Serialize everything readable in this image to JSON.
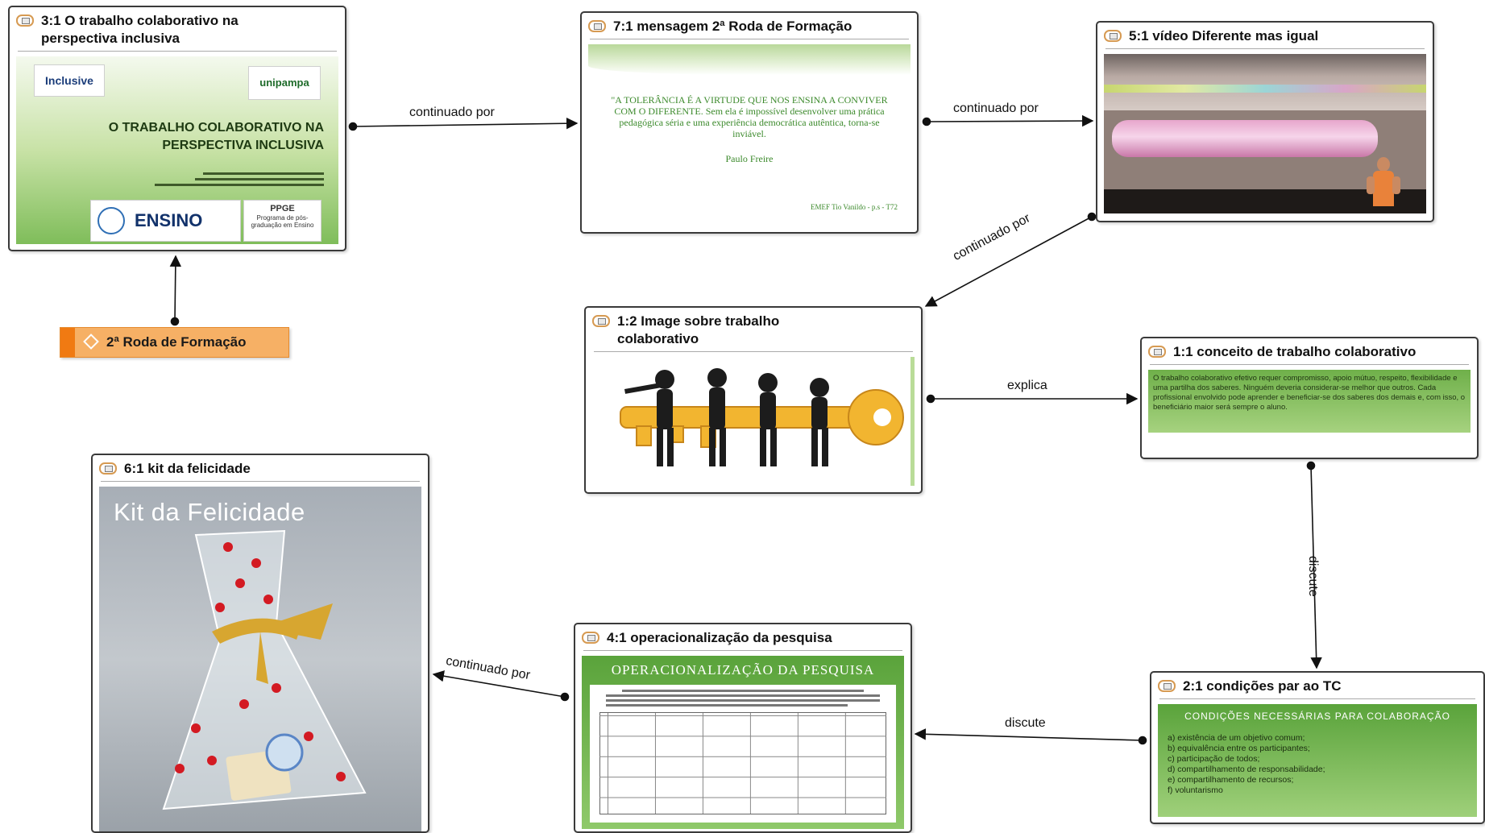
{
  "nodes": {
    "n3": {
      "title_line1": "3:1 O trabalho colaborativo na",
      "title_line2": "perspectiva inclusiva",
      "slide": {
        "logo_left": "Inclusive",
        "logo_right": "unipampa",
        "heading_line1": "O TRABALHO COLABORATIVO NA",
        "heading_line2": "PERSPECTIVA INCLUSIVA",
        "footer_logo": "ENSINO",
        "footer_badge_title": "PPGE",
        "footer_badge_text": "Programa de pós-graduação em Ensino"
      }
    },
    "n7": {
      "title": "7:1 mensagem 2ª Roda de Formação",
      "slide": {
        "quote": "\"A TOLERÂNCIA É A VIRTUDE QUE NOS ENSINA A CONVIVER COM O DIFERENTE. Sem ela é impossível desenvolver uma prática pedagógica séria e uma experiência democrática autêntica, torna-se inviável.",
        "author": "Paulo Freire",
        "footer": "EMEF Tio Vanildo - p.s - T72"
      }
    },
    "n5": {
      "title": "5:1 vídeo Diferente mas igual"
    },
    "root": {
      "label": "2ª Roda de Formação"
    },
    "n1_2": {
      "title_line1": "1:2 Image sobre trabalho",
      "title_line2": "colaborativo"
    },
    "n1_1": {
      "title": "1:1 conceito de trabalho colaborativo",
      "slide_text": "O trabalho colaborativo efetivo requer compromisso, apoio mútuo, respeito, flexibilidade e uma partilha dos saberes. Ninguém deveria considerar-se melhor que outros. Cada profissional envolvido pode aprender e beneficiar-se dos saberes dos demais e, com isso, o beneficiário maior será sempre o aluno."
    },
    "n6": {
      "title": "6:1 kit da felicidade",
      "image_caption": "Kit da Felicidade"
    },
    "n4": {
      "title": "4:1 operacionalização da pesquisa",
      "slide_heading": "OPERACIONALIZAÇÃO DA PESQUISA"
    },
    "n2": {
      "title": "2:1 condições par ao TC",
      "slide_heading": "CONDIÇÕES NECESSÁRIAS PARA COLABORAÇÃO",
      "items": [
        "a) existência de um objetivo comum;",
        "b) equivalência entre os participantes;",
        "c) participação de todos;",
        "d) compartilhamento de responsabilidade;",
        "e) compartilhamento de recursos;",
        "f) voluntarismo"
      ]
    }
  },
  "edges": {
    "e1": "continuado por",
    "e2": "continuado por",
    "e3": "continuado por",
    "e4": "explica",
    "e5": "discute",
    "e6": "discute",
    "e7": "continuado por"
  },
  "colors": {
    "root_fill": "#f6b065",
    "root_accent": "#f07a12",
    "slide_green": "#7fbd5a",
    "node_border": "#3a3a3a",
    "icon_orange": "#d69a52"
  }
}
